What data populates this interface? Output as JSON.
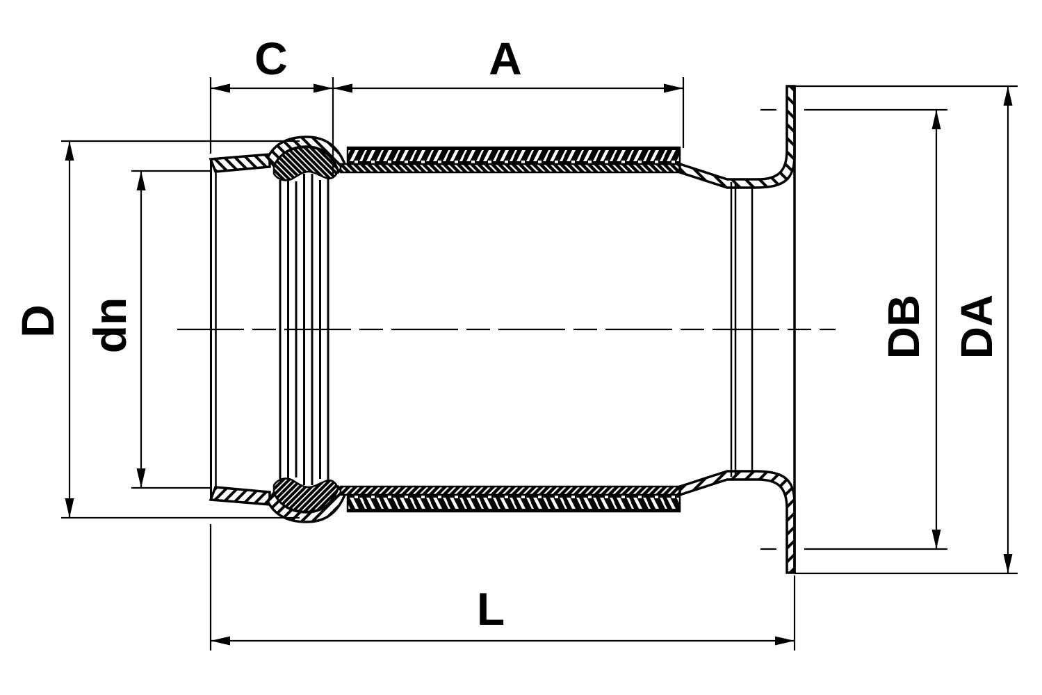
{
  "drawing": {
    "description": "Cross-section technical drawing of a pipe fitting (socket with gasket on left, corrugated body, flanged outlet on right) with dimension lines",
    "colors": {
      "line": "#000000",
      "background": "#ffffff"
    },
    "labels": {
      "c": "C",
      "a": "A",
      "d": "D",
      "dn": "dn",
      "db": "DB",
      "da": "DA",
      "l": "L"
    }
  }
}
